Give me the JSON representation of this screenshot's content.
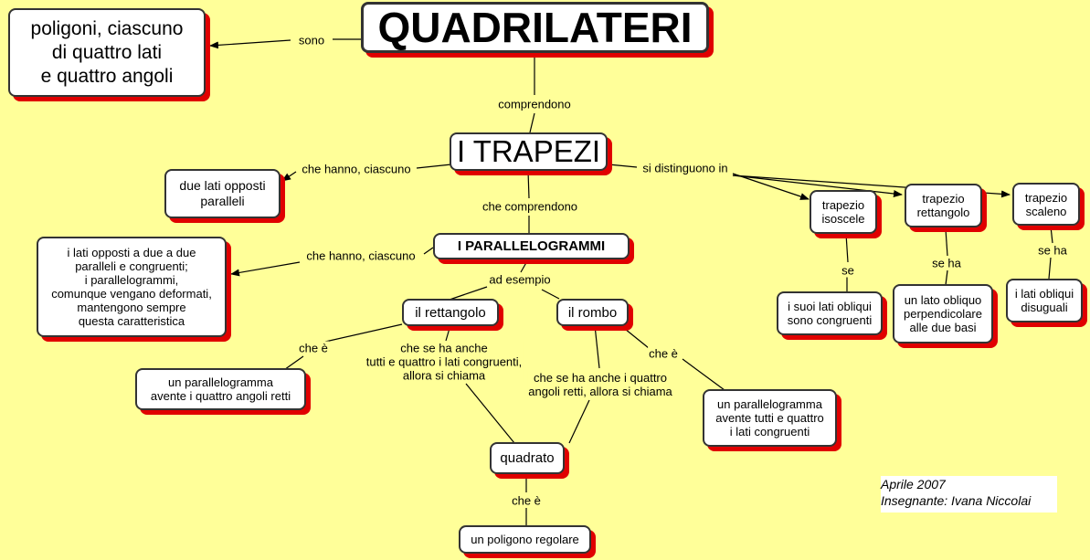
{
  "nodes": {
    "title": "QUADRILATERI",
    "definition": "poligoni, ciascuno\ndi quattro lati\ne quattro angoli",
    "trapezi": "I TRAPEZI",
    "due_lati": "due lati opposti\nparalleli",
    "parallelogrammi": "I PARALLELOGRAMMI",
    "par_desc": "i lati opposti a due a due\nparalleli e congruenti;\ni parallelogrammi,\ncomunque vengano deformati,\nmantengono sempre\nquesta caratteristica",
    "rettangolo": "il rettangolo",
    "rombo": "il rombo",
    "ret_desc": "un parallelogramma\navente i quattro angoli retti",
    "rom_desc": "un parallelogramma\navente tutti e quattro\ni lati congruenti",
    "quadrato": "quadrato",
    "poligono": "un poligono regolare",
    "isoscele": "trapezio\nisoscele",
    "rettangolo_trap": "trapezio\nrettangolo",
    "scaleno": "trapezio\nscaleno",
    "isoscele_desc": "i suoi lati obliqui\nsono congruenti",
    "rettangolo_desc": "un lato obliquo\nperpendicolare\nalle due basi",
    "scaleno_desc": "i lati obliqui\ndisuguali"
  },
  "links": {
    "sono": "sono",
    "comprendono": "comprendono",
    "che_hanno_1": "che hanno, ciascuno",
    "si_distinguono": "si distinguono in",
    "che_comprendono": "che comprendono",
    "che_hanno_2": "che hanno, ciascuno",
    "ad_esempio": "ad esempio",
    "che_e_1": "che è",
    "che_se_ret": "che se ha anche\ntutti e quattro i lati congruenti,\nallora si chiama",
    "che_se_rom": "che se ha anche i quattro\nangoli retti, allora si chiama",
    "che_e_2": "che è",
    "che_e_3": "che è",
    "se": "se",
    "se_ha_1": "se ha",
    "se_ha_2": "se ha"
  },
  "footer": {
    "date": "Aprile 2007",
    "teacher": "Insegnante: Ivana Niccolai"
  },
  "colors": {
    "background": "#ffff99",
    "node_fill": "#ffffff",
    "node_border": "#333333",
    "shadow": "#e00000",
    "line": "#000000"
  }
}
